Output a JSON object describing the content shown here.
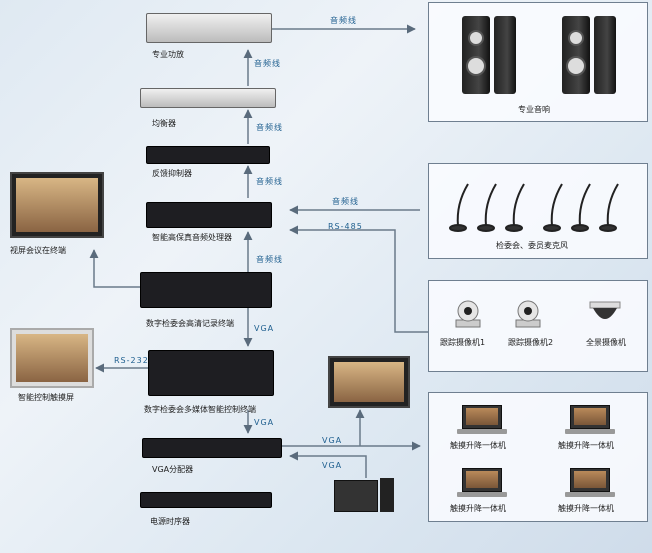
{
  "devices": {
    "amp": "专业功放",
    "eq": "均衡器",
    "fb": "反馈抑制器",
    "proc": "智能高保真音频处理器",
    "rec": "数字检委会高清记录终端",
    "ctrl": "数字检委会多媒体智能控制终端",
    "vga": "VGA分配器",
    "power": "电源时序器",
    "video_term": "视屏会议在终端",
    "touch": "智能控制触摸屏"
  },
  "speakers_label": "专业音响",
  "mics_label": "检委会、委员麦克风",
  "cameras": [
    "跟踪摄像机1",
    "跟踪摄像机2",
    "全景摄像机"
  ],
  "terminals": [
    "触摸升降一体机",
    "触摸升降一体机",
    "触摸升降一体机",
    "触摸升降一体机"
  ],
  "wires": {
    "audio": "音频线",
    "rs485": "RS-485",
    "rs232": "RS-232",
    "vga": "VGA"
  }
}
